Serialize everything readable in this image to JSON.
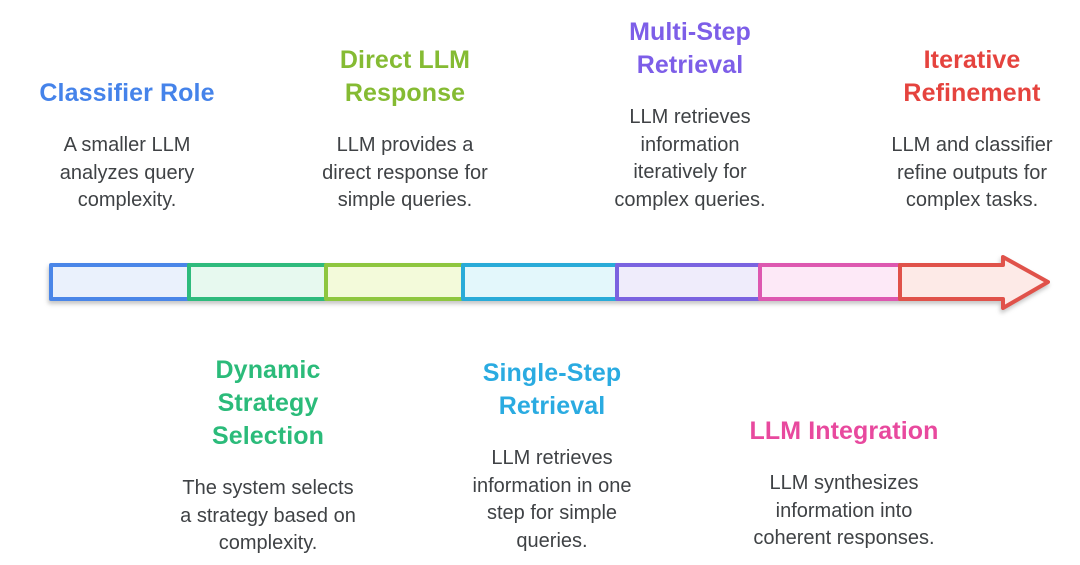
{
  "background": "#ffffff",
  "text_color": "#3f4245",
  "top_sections": [
    {
      "title": "Classifier Role",
      "title_lines": [
        "Classifier Role"
      ],
      "title_color": "#4583ea",
      "desc_lines": [
        "A smaller LLM",
        "analyzes query",
        "complexity."
      ]
    },
    {
      "title": "Direct LLM Response",
      "title_lines": [
        "Direct LLM",
        "Response"
      ],
      "title_color": "#85bb33",
      "desc_lines": [
        "LLM provides a",
        "direct response for",
        "simple queries."
      ]
    },
    {
      "title": "Multi-Step Retrieval",
      "title_lines": [
        "Multi-Step",
        "Retrieval"
      ],
      "title_color": "#7d5ee8",
      "desc_lines": [
        "LLM retrieves",
        "information",
        "iteratively for",
        "complex queries."
      ]
    },
    {
      "title": "Iterative Refinement",
      "title_lines": [
        "Iterative",
        "Refinement"
      ],
      "title_color": "#e5433e",
      "desc_lines": [
        "LLM and classifier",
        "refine outputs for",
        "complex tasks."
      ]
    }
  ],
  "bottom_sections": [
    {
      "title": "Dynamic Strategy Selection",
      "title_lines": [
        "Dynamic",
        "Strategy",
        "Selection"
      ],
      "title_color": "#2bbb7a",
      "desc_lines": [
        "The system selects",
        "a strategy based on",
        "complexity."
      ]
    },
    {
      "title": "Single-Step Retrieval",
      "title_lines": [
        "Single-Step",
        "Retrieval"
      ],
      "title_color": "#2aabe1",
      "desc_lines": [
        "LLM retrieves",
        "information in one",
        "step for simple",
        "queries."
      ]
    },
    {
      "title": "LLM Integration",
      "title_lines": [
        "LLM Integration"
      ],
      "title_color": "#e8499e",
      "desc_lines": [
        "LLM synthesizes",
        "information into",
        "coherent responses."
      ]
    }
  ],
  "arrow": {
    "direction": "right",
    "segments": [
      {
        "name": "classifier-role",
        "border_color": "#4a86e8",
        "fill_color": "#eaf1fc"
      },
      {
        "name": "dynamic-strategy-selection",
        "border_color": "#2fbb7d",
        "fill_color": "#e7f9ef"
      },
      {
        "name": "direct-llm-response",
        "border_color": "#8ec63f",
        "fill_color": "#f3fada"
      },
      {
        "name": "single-step-retrieval",
        "border_color": "#29abd8",
        "fill_color": "#e3f7fb"
      },
      {
        "name": "multi-step-retrieval",
        "border_color": "#7a63e0",
        "fill_color": "#efecfb"
      },
      {
        "name": "llm-integration",
        "border_color": "#dd58b0",
        "fill_color": "#fde9f7"
      },
      {
        "name": "iterative-refinement",
        "border_color": "#e0524a",
        "fill_color": "#fdeae7",
        "arrowhead": true
      }
    ]
  }
}
